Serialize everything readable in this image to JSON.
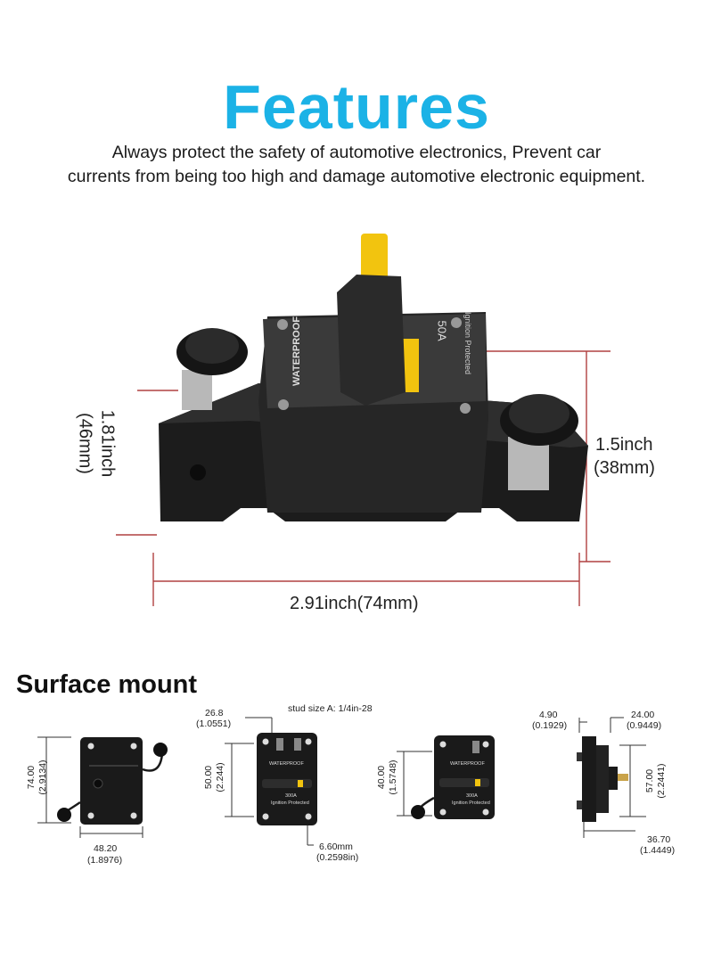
{
  "header": {
    "title": "Features",
    "subtitle_line1": "Always protect the safety of automotive electronics, Prevent car",
    "subtitle_line2": "currents from being too high and damage automotive electronic equipment."
  },
  "product": {
    "label_waterproof": "WATERPROOF",
    "label_rating": "50A",
    "label_ignition": "Ignition Protected",
    "dim_depth_inch": "1.81inch",
    "dim_depth_mm": "(46mm)",
    "dim_height_inch": "1.5inch",
    "dim_height_mm": "(38mm)",
    "dim_width": "2.91inch(74mm)"
  },
  "surface_mount": {
    "heading": "Surface mount",
    "d1": {
      "height_mm": "74.00",
      "height_in": "(2.9134)",
      "width_mm": "48.20",
      "width_in": "(1.8976)"
    },
    "d2": {
      "top_mm": "26.8",
      "top_in": "(1.0551)",
      "stud": "stud size A: 1/4in-28",
      "height_mm": "50.00",
      "height_in": "(2.244)",
      "bottom_mm": "6.60mm",
      "bottom_in": "(0.2598in)",
      "waterproof": "WATERPROOF",
      "rating": "300A",
      "ignition": "Ignition Protected"
    },
    "d3": {
      "height_mm": "40.00",
      "height_in": "(1.5748)",
      "waterproof": "WATERPROOF",
      "rating": "300A",
      "ignition": "Ignition Protected"
    },
    "d4": {
      "a_mm": "4.90",
      "a_in": "(0.1929)",
      "b_mm": "24.00",
      "b_in": "(0.9449)",
      "height_mm": "57.00",
      "height_in": "(2.2441)",
      "c_mm": "36.70",
      "c_in": "(1.4449)"
    }
  },
  "colors": {
    "title": "#1bb2e6",
    "dimension_line": "#b04040",
    "body": "#1e1e1e",
    "switch": "#f2c40f"
  }
}
